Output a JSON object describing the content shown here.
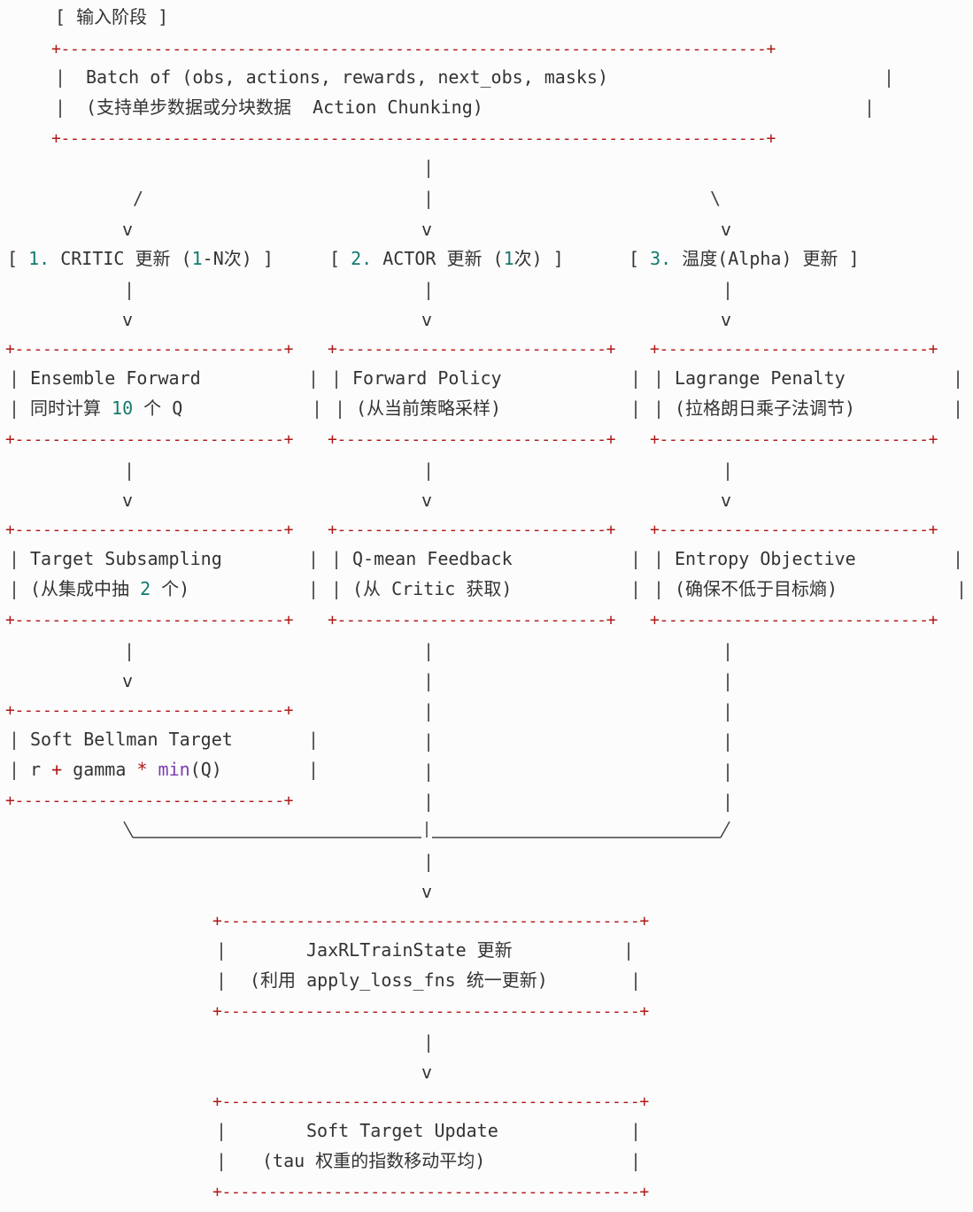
{
  "input_stage": {
    "title": "[ 输入阶段 ]",
    "line1": "Batch of (obs, actions, rewards, next_obs, masks)",
    "line2": "(支持单步数据或分块数据  Action Chunking)"
  },
  "col1": {
    "header_pre": "[ ",
    "header_num": "1.",
    "header_mid": " CRITIC 更新 (",
    "header_num2": "1",
    "header_post": "-N次) ]",
    "box1_l1": "Ensemble Forward",
    "box1_l2_a": "同时计算 ",
    "box1_l2_num": "10",
    "box1_l2_b": " 个 Q",
    "box2_l1": "Target Subsampling",
    "box2_l2_a": "(从集成中抽 ",
    "box2_l2_num": "2",
    "box2_l2_b": " 个)",
    "box3_l1": "Soft Bellman Target",
    "box3_l2_a": "r ",
    "box3_l2_op": "+",
    "box3_l2_b": " gamma ",
    "box3_l2_op2": "*",
    "box3_l2_kw": " min",
    "box3_l2_c": "(Q)"
  },
  "col2": {
    "header_pre": "[ ",
    "header_num": "2.",
    "header_mid": " ACTOR 更新 (",
    "header_num2": "1",
    "header_post": "次) ]",
    "box1_l1": "Forward Policy",
    "box1_l2": "(从当前策略采样)",
    "box2_l1": "Q-mean Feedback",
    "box2_l2": "(从 Critic 获取)"
  },
  "col3": {
    "header_pre": "[ ",
    "header_num": "3.",
    "header_post": " 温度(Alpha) 更新 ]",
    "box1_l1": "Lagrange Penalty",
    "box1_l2": "(拉格朗日乘子法调节)",
    "box2_l1": "Entropy Objective",
    "box2_l2": "(确保不低于目标熵)"
  },
  "train_state": {
    "line1": "JaxRLTrainState 更新",
    "line2": "(利用 apply_loss_fns 统一更新)"
  },
  "soft_target": {
    "line1": "Soft Target Update",
    "line2": "(tau 权重的指数移动平均)"
  }
}
